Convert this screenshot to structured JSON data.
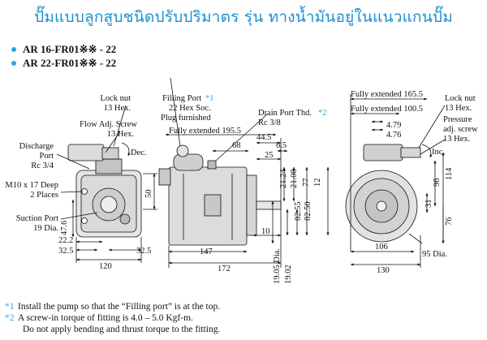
{
  "title": "ปั๊มแบบลูกสูบชนิดปรับปริมาตร รุ่น ทางน้ำมันอยู่ในแนวแกนปั๊ม",
  "models": [
    "AR 16-FR01※※ - 22",
    "AR 22-FR01※※ - 22"
  ],
  "left_view": {
    "lock_nut": [
      "Lock nut",
      "13 Hex."
    ],
    "flow_adj": [
      "Flow Adj. Screw",
      "13 Hex."
    ],
    "dec": "Dec.",
    "discharge": [
      "Discharge",
      "Port",
      "Rc 3/4"
    ],
    "m10": [
      "M10 x 17 Deep",
      "2 Places"
    ],
    "suction": [
      "Suction Port",
      "19 Dia."
    ],
    "dims": {
      "d22_2": "22.2",
      "d32_5a": "32.5",
      "d32_5b": "32.5",
      "d120": "120",
      "d47_6": "47.6",
      "d50": "50"
    }
  },
  "center_view": {
    "filling_port": [
      "Filling Port",
      "22 Hex Soc.",
      "Plug furnished"
    ],
    "filling_mark": "*1",
    "drain_port": [
      "Drain Port Thd.",
      "Rc 3/8"
    ],
    "drain_mark": "*2",
    "fully_extended": "Fully extended 195.5",
    "dims": {
      "d44_5": "44.5",
      "d68": "68",
      "d6_5": "6.5",
      "d25": "25",
      "d21_24": "21.24",
      "d21_08": "21.08",
      "d77": "77",
      "d12": "12",
      "d82_55": "82.55",
      "d82_50": "82.50",
      "d10": "10",
      "d147": "147",
      "d172": "172",
      "d19_05": "19.05 Dia.",
      "d19_02": "19.02"
    }
  },
  "right_view": {
    "fully_extended_165": "Fully extended 165.5",
    "fully_extended_100": "Fully extended 100.5",
    "lock_nut": [
      "Lock nut",
      "13 Hex."
    ],
    "pressure_adj": [
      "Pressure",
      "adj. screw",
      "13 Hex."
    ],
    "inc": "Inc.",
    "dims": {
      "d4_79": "4.79",
      "d4_76": "4.76",
      "d114": "114",
      "d96": "96",
      "d31": "31",
      "d76": "76",
      "d106": "106",
      "d130": "130",
      "d95": "95 Dia."
    }
  },
  "notes": [
    {
      "mark": "*1",
      "text": "Install the pump so that the “Filling port” is at the top."
    },
    {
      "mark": "*2",
      "text": "A screw-in torque of fitting is 4.0 – 5.0 Kgf-m."
    },
    {
      "mark": "",
      "text": "Do not apply bending and thrust torque to the fitting."
    }
  ]
}
